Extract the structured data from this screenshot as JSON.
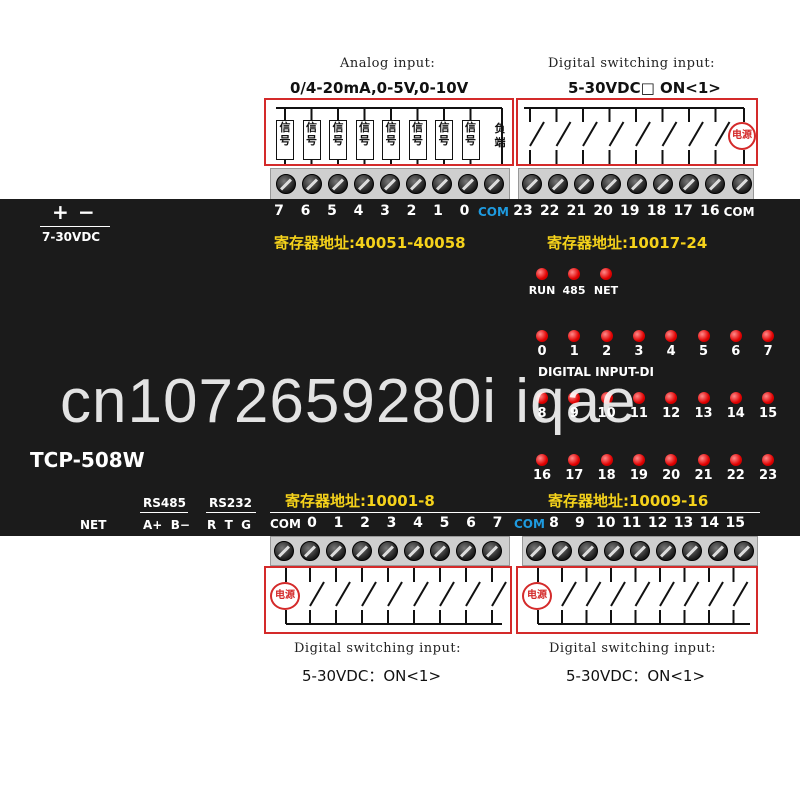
{
  "top_left": {
    "caption": "Analog input:",
    "spec": "0/4-20mA,0-5V,0-10V",
    "signal_label": "信号",
    "load_label": "负端",
    "terminals": [
      "7",
      "6",
      "5",
      "4",
      "3",
      "2",
      "1",
      "0"
    ],
    "com": "COM",
    "register": "寄存器地址:40051-40058"
  },
  "top_right": {
    "caption": "Digital switching input:",
    "spec": "5-30VDC□ ON<1>",
    "power_label": "电源",
    "terminals": [
      "23",
      "22",
      "21",
      "20",
      "19",
      "18",
      "17",
      "16"
    ],
    "com": "COM",
    "register": "寄存器地址:10017-24"
  },
  "power": {
    "plus": "+",
    "minus": "−",
    "voltage": "7-30VDC"
  },
  "status_leds": [
    "RUN",
    "485",
    "NET"
  ],
  "di_rows": [
    [
      "0",
      "1",
      "2",
      "3",
      "4",
      "5",
      "6",
      "7"
    ],
    [
      "8",
      "9",
      "10",
      "11",
      "12",
      "13",
      "14",
      "15"
    ],
    [
      "16",
      "17",
      "18",
      "19",
      "20",
      "21",
      "22",
      "23"
    ]
  ],
  "di_label": "DIGITAL INPUT-DI",
  "watermark": "cn1072659280i iqae",
  "model": "TCP-508W",
  "ports": {
    "net": "NET",
    "rs485": "RS485",
    "rs485_pins": "A+  B−",
    "rs232": "RS232",
    "rs232_pins": "R  T  G"
  },
  "bottom_left": {
    "com": "COM",
    "terminals": [
      "0",
      "1",
      "2",
      "3",
      "4",
      "5",
      "6",
      "7"
    ],
    "register": "寄存器地址:10001-8",
    "power_label": "电源",
    "caption": "Digital switching input:",
    "spec": "5-30VDC：ON<1>"
  },
  "bottom_right": {
    "com": "COM",
    "terminals": [
      "8",
      "9",
      "10",
      "11",
      "12",
      "13",
      "14",
      "15"
    ],
    "register": "寄存器地址:10009-16",
    "power_label": "电源",
    "caption": "Digital switching input:",
    "spec": "5-30VDC：ON<1>"
  }
}
